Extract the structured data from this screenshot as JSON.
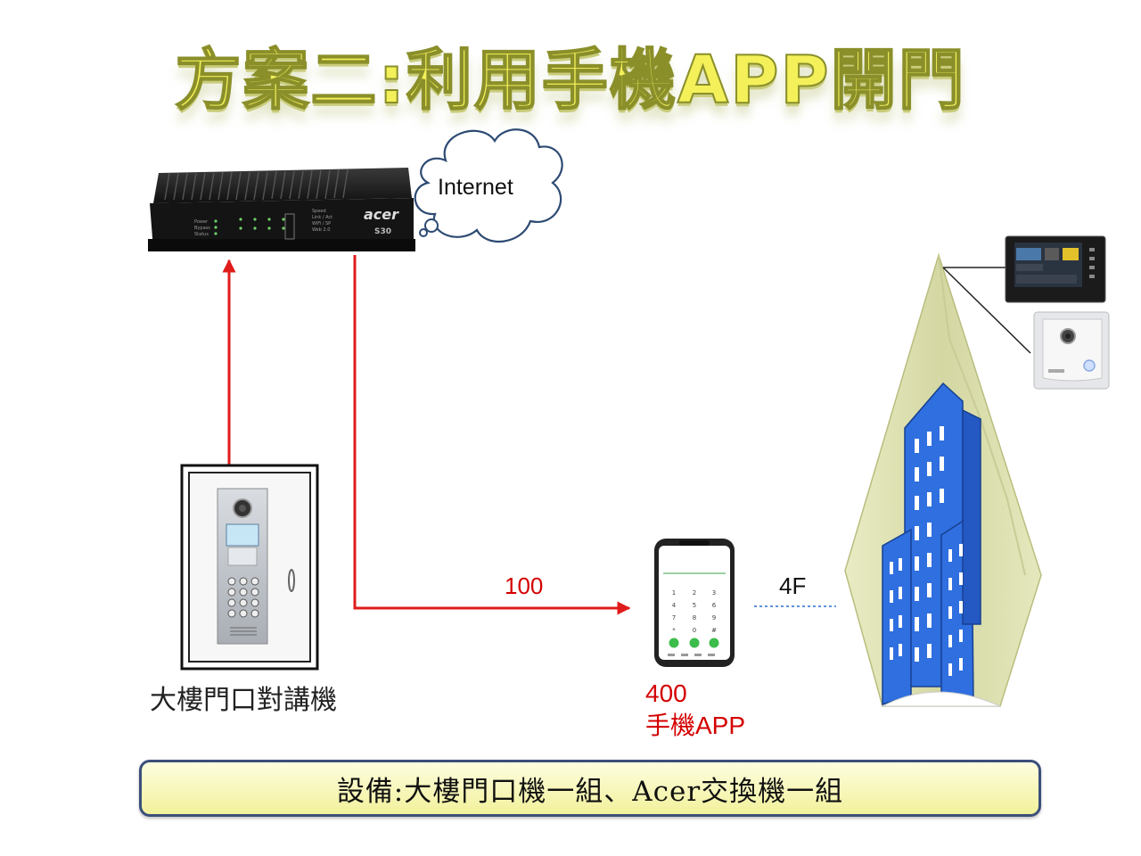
{
  "title": "方案二:利用手機APP開門",
  "cloud": {
    "label": "Internet"
  },
  "router": {
    "brand": "acer",
    "model": "S30"
  },
  "links": {
    "extension_label": "100",
    "floor_label": "4F"
  },
  "intercom": {
    "label": "大樓門口對講機"
  },
  "phone": {
    "number": "400",
    "label": "手機APP"
  },
  "footer": {
    "text": "設備:大樓門口機一組、Acer交換機一組"
  },
  "colors": {
    "arrow": "#e01b1b",
    "title_fill": "#f3f05a",
    "building": "#2f6fe0",
    "footer_border": "#3b4f7a"
  }
}
